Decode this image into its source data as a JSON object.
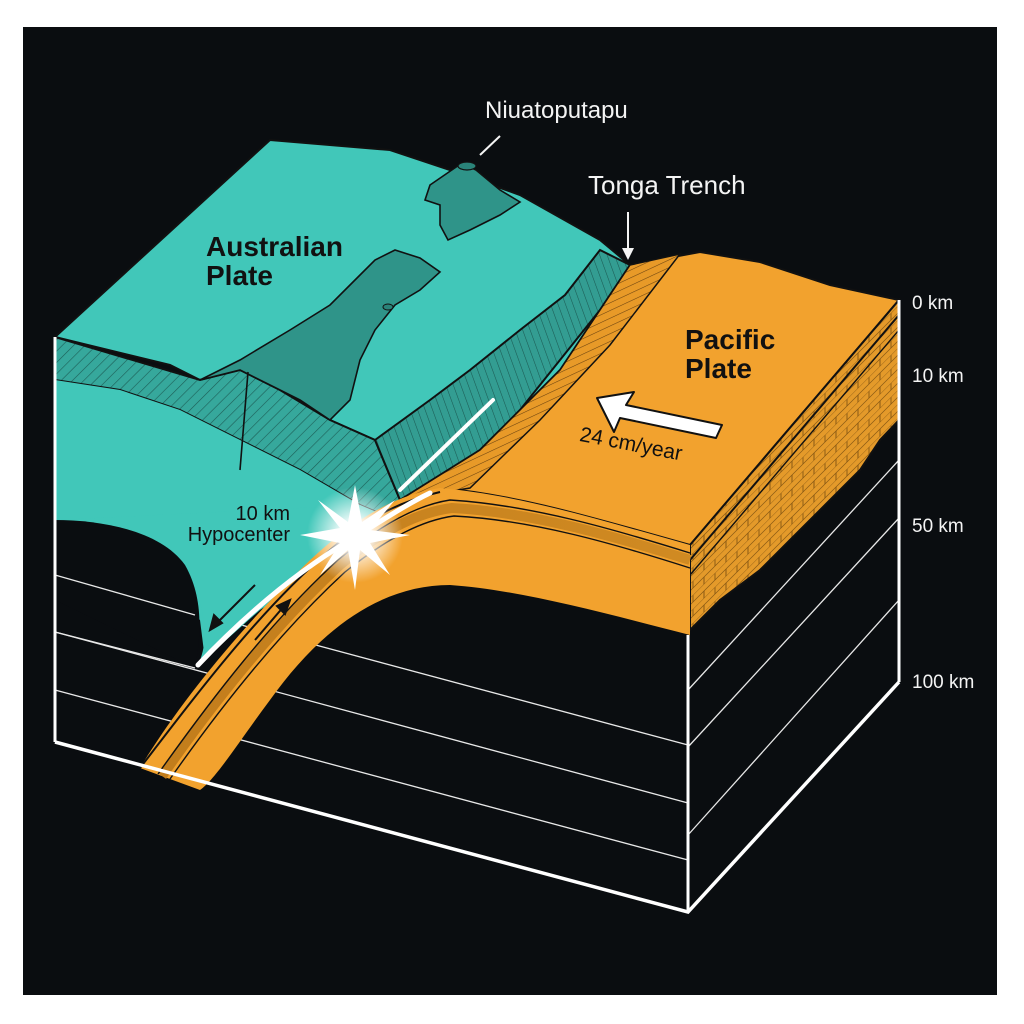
{
  "diagram": {
    "type": "subduction-zone-block-diagram",
    "colors": {
      "background": "#0a0d10",
      "australian_plate": "#41c7b9",
      "australian_plate_shadow": "#2e8f85",
      "pacific_plate": "#f2a22e",
      "pacific_plate_dark": "#c98420",
      "outline": "#111111",
      "frame_lines": "#ffffff"
    },
    "labels": {
      "volcano": "Niuatoputapu",
      "trench": "Tonga Trench",
      "australian_plate_line1": "Australian",
      "australian_plate_line2": "Plate",
      "pacific_plate_line1": "Pacific",
      "pacific_plate_line2": "Plate",
      "plate_velocity": "24 cm/year",
      "hypocenter_depth": "10 km",
      "hypocenter": "Hypocenter"
    },
    "depth_scale": [
      {
        "label": "0 km"
      },
      {
        "label": "10 km"
      },
      {
        "label": "50 km"
      },
      {
        "label": "100 km"
      }
    ],
    "icons": {
      "motion_arrow": "left-arrow",
      "trench_pointer": "down-arrow",
      "hypocenter_marker": "starburst"
    }
  }
}
